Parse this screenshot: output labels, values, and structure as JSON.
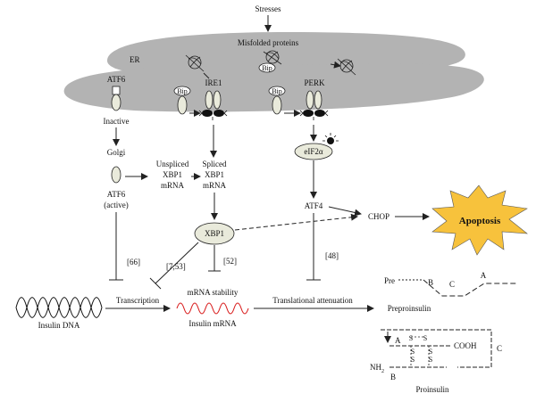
{
  "labels": {
    "stresses": "Stresses",
    "misfolded": "Misfolded proteins",
    "er": "ER",
    "atf6": "ATF6",
    "ire1": "IRE1",
    "perk": "PERK",
    "bip": "Bip",
    "inactive": "Inactive",
    "golgi": "Golgi",
    "atf6_active_1": "ATF6",
    "atf6_active_2": "(active)",
    "unspliced_1": "Unspliced",
    "unspliced_2": "XBP1",
    "unspliced_3": "mRNA",
    "spliced_1": "Spliced",
    "spliced_2": "XBP1",
    "spliced_3": "mRNA",
    "xbp1": "XBP1",
    "eif2a": "eIF2α",
    "atf4": "ATF4",
    "chop": "CHOP",
    "apoptosis": "Apoptosis",
    "ref66": "[66]",
    "ref753": "[7,53]",
    "ref52": "[52]",
    "ref48": "[48]",
    "insulin_dna": "Insulin DNA",
    "transcription": "Transcription",
    "mrna_stability": "mRNA stability",
    "insulin_mrna": "Insulin mRNA",
    "translational": "Translational attenuation",
    "pre": "Pre",
    "b": "B",
    "c": "C",
    "a": "A",
    "preproinsulin": "Preproinsulin",
    "pro_a": "A",
    "s": "S",
    "cooh": "COOH",
    "pro_c": "C",
    "nh2": "NH",
    "nh2_sub": "2",
    "pro_b": "B",
    "proinsulin": "Proinsulin"
  },
  "colors": {
    "er": "#b3b3b3",
    "apoptosis_fill": "#f7c23c",
    "mrna_wave": "#d92020",
    "protein": "#e9eadb",
    "receptor": "#111111"
  }
}
